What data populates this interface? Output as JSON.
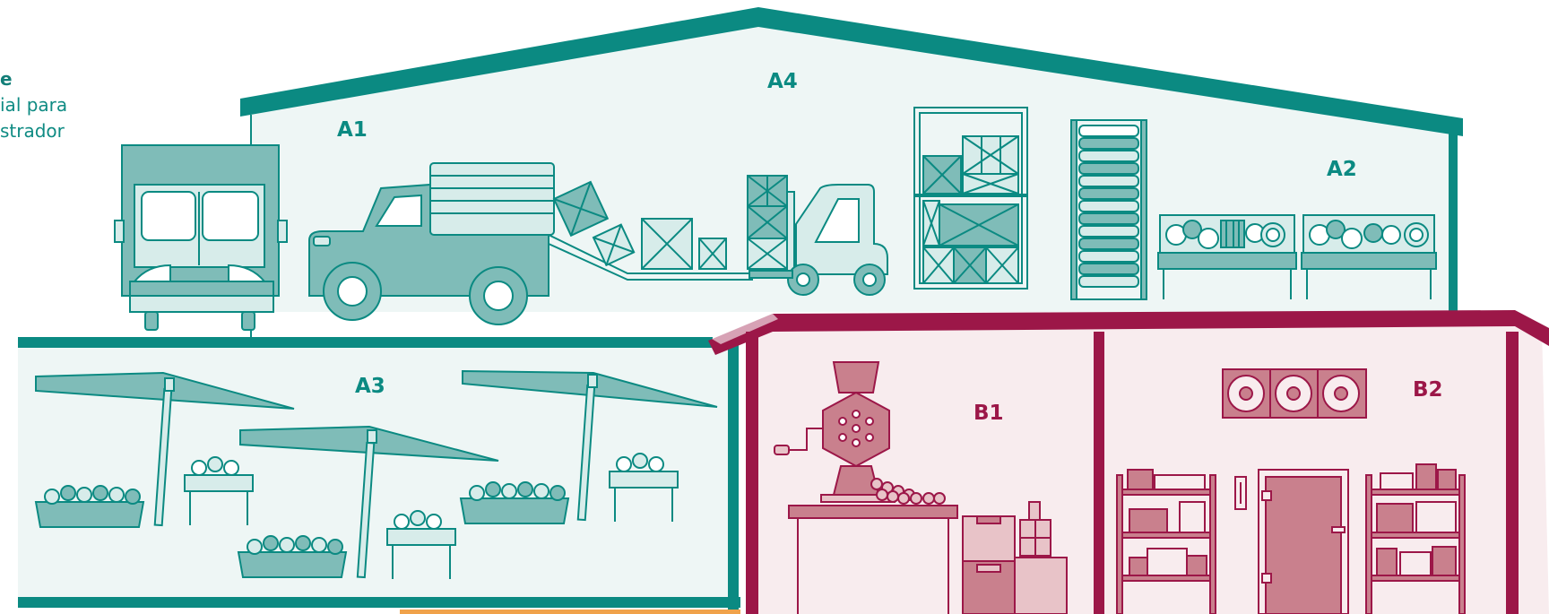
{
  "side_text": {
    "line1": "e",
    "line2": "ial para",
    "line3": "strador"
  },
  "labels": {
    "a1": "A1",
    "a2": "A2",
    "a3": "A3",
    "a4": "A4",
    "b1": "B1",
    "b2": "B2"
  },
  "colors": {
    "teal_dark": "#0b8a82",
    "teal_mid": "#7fbcb8",
    "teal_light": "#d7ecea",
    "teal_bg": "#eef6f5",
    "maroon_dark": "#9c1748",
    "maroon_mid": "#c9808d",
    "maroon_light": "#e8c3c8",
    "maroon_bg": "#f8ecee",
    "orange": "#f0a24a"
  }
}
